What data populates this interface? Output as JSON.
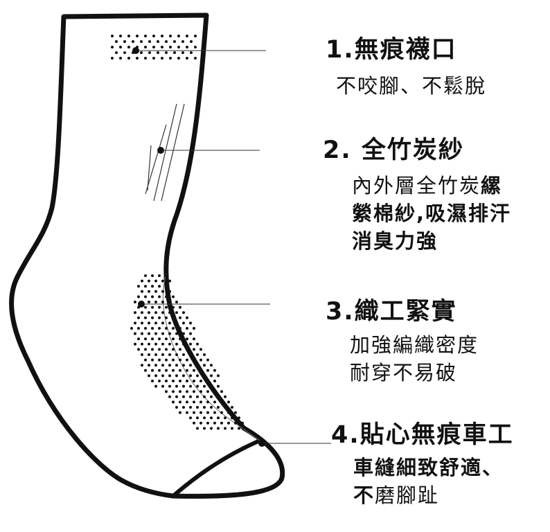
{
  "features": [
    {
      "title": "1.無痕襪口",
      "lines": [
        [
          {
            "t": "不咬腳、不鬆脫",
            "b": false
          }
        ]
      ]
    },
    {
      "title": "2. 全竹炭紗",
      "lines": [
        [
          {
            "t": "內外層全竹炭",
            "b": false
          },
          {
            "t": "縲",
            "b": true
          }
        ],
        [
          {
            "t": "縈棉紗,吸濕排汗",
            "b": true
          }
        ],
        [
          {
            "t": "消臭力強",
            "b": true
          }
        ]
      ]
    },
    {
      "title": "3.織工緊實",
      "lines": [
        [
          {
            "t": "加強編織密度",
            "b": false
          }
        ],
        [
          {
            "t": "耐穿不易破",
            "b": false
          }
        ]
      ]
    },
    {
      "title": "4.貼心無痕車工",
      "lines": [
        [
          {
            "t": "車縫細致舒適、",
            "b": true
          }
        ],
        [
          {
            "t": "不",
            "b": true
          },
          {
            "t": "磨腳趾",
            "b": false
          }
        ]
      ]
    }
  ],
  "colors": {
    "outline": "#111111",
    "background": "#ffffff"
  }
}
